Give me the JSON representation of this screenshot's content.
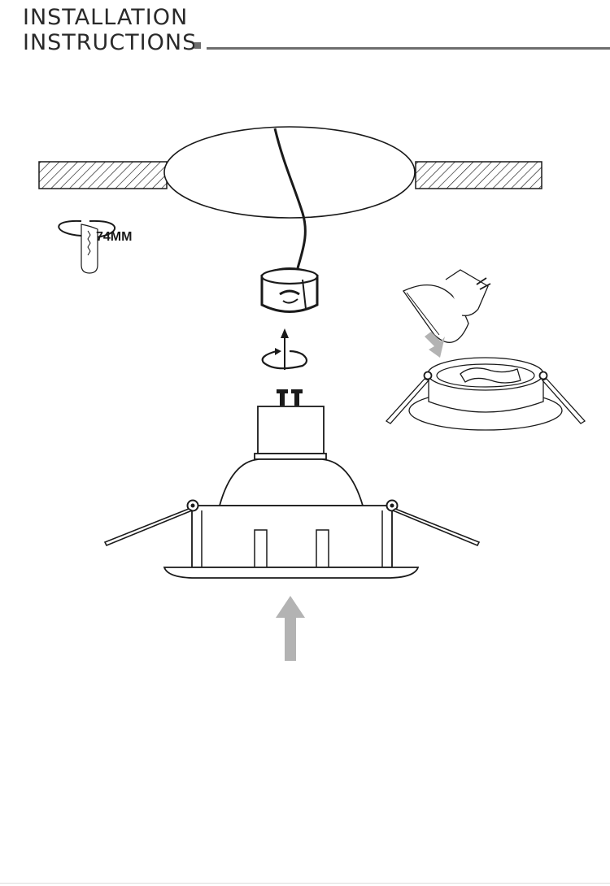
{
  "header": {
    "title_line1": "INSTALLATION",
    "title_line2": "INSTRUCTIONS"
  },
  "diagram": {
    "cutout_label": "74MM"
  },
  "colors": {
    "ink": "#1a1a1a",
    "title_rule": "#6e6e6e",
    "arrow_gray": "#b3b3b3"
  }
}
